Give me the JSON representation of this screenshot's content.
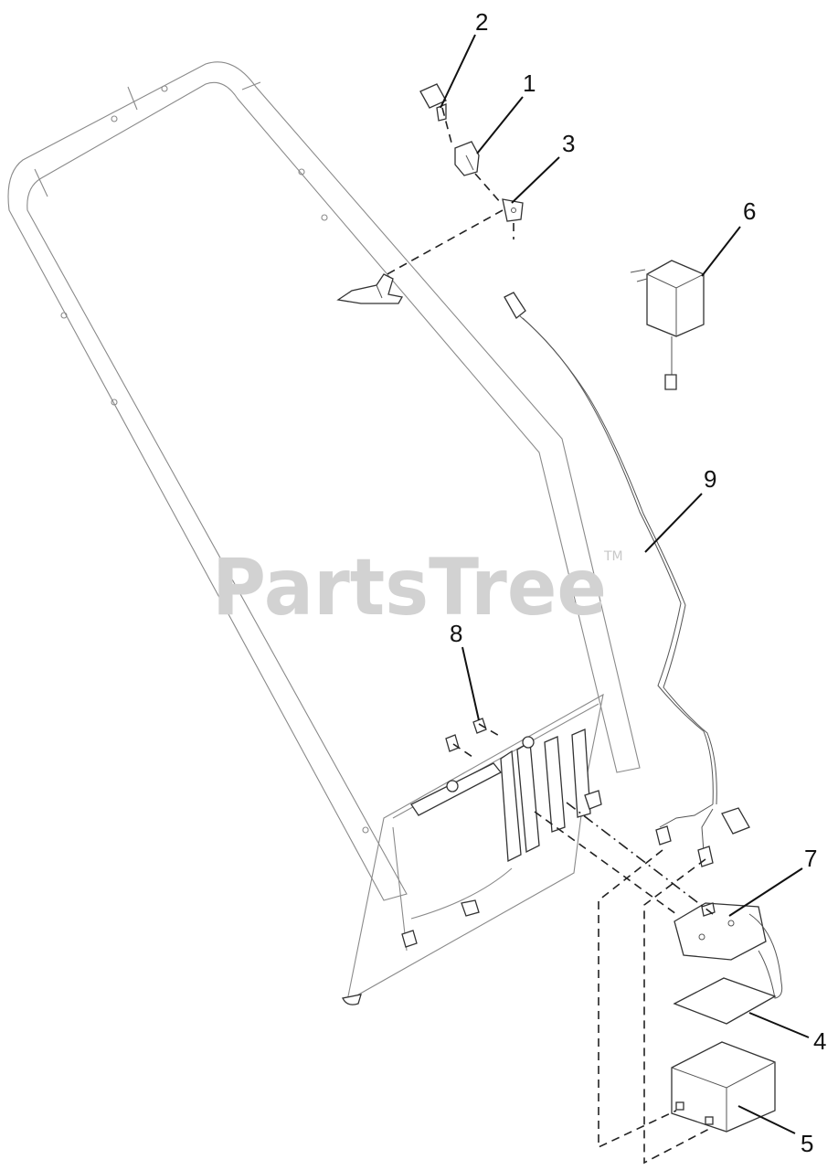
{
  "watermark": {
    "text": "PartsTree",
    "trademark": "TM"
  },
  "callouts": [
    {
      "id": "1",
      "text": "1"
    },
    {
      "id": "2",
      "text": "2"
    },
    {
      "id": "3",
      "text": "3"
    },
    {
      "id": "4",
      "text": "4"
    },
    {
      "id": "5",
      "text": "5"
    },
    {
      "id": "6",
      "text": "6"
    },
    {
      "id": "7",
      "text": "7"
    },
    {
      "id": "8",
      "text": "8"
    },
    {
      "id": "9",
      "text": "9"
    }
  ],
  "colors": {
    "line": "#333333",
    "frame": "#8a8a8a",
    "watermark": "#d2d2d2"
  }
}
